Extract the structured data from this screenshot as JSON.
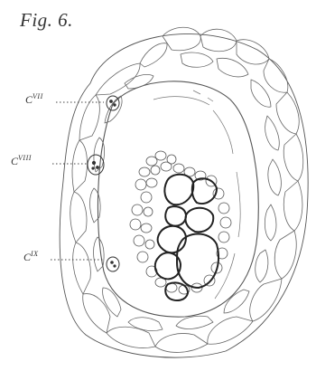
{
  "figure": {
    "title": "Fig. 6.",
    "labels": [
      {
        "id": "c7",
        "base": "C",
        "sup": "VII"
      },
      {
        "id": "c8",
        "base": "C",
        "sup": "VIII"
      },
      {
        "id": "c9",
        "base": "C",
        "sup": "IX"
      }
    ]
  }
}
